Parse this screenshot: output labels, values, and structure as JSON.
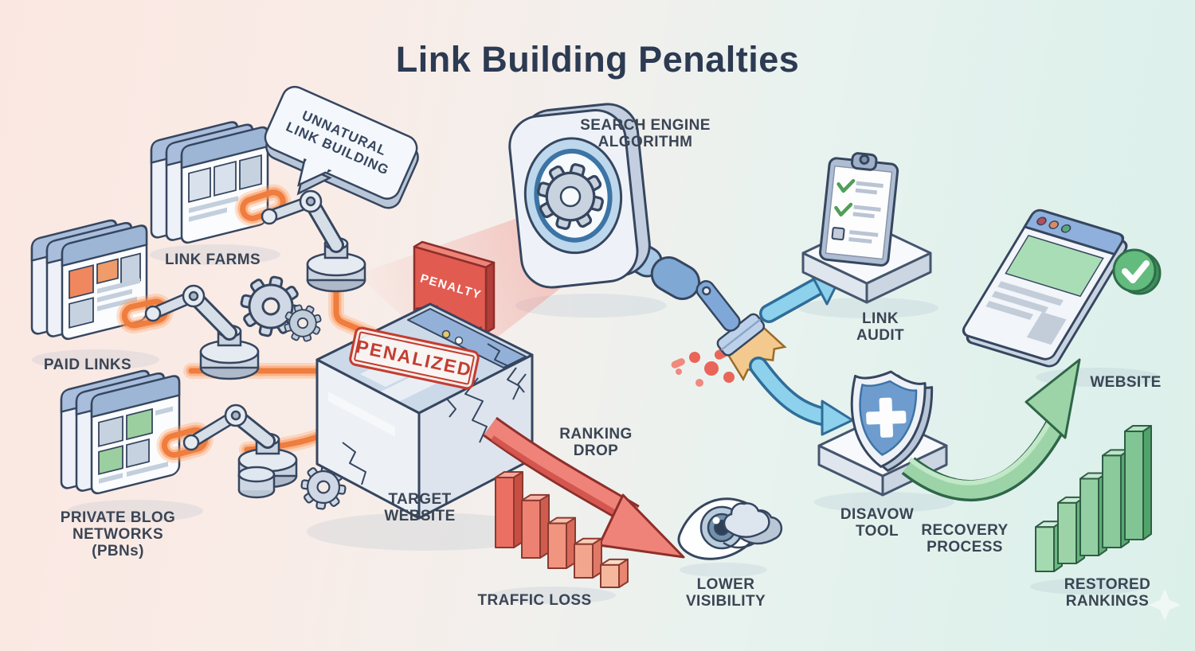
{
  "title": "Link Building Penalties",
  "palette": {
    "title_text": "#2c3a52",
    "label_text": "#3b4554",
    "penalty_red": "#e25b51",
    "stamp_red": "#c43c30",
    "glow_orange": "#ee7d3e",
    "arrow_blue": "#8ed1ec",
    "recovery_green": "#9cd4a8",
    "bg_left_pink": "#fbe7e1",
    "bg_right_mint": "#dcf0ea",
    "outline_navy": "#36465f"
  },
  "labels": {
    "link_farms": "LINK FARMS",
    "paid_links": "PAID LINKS",
    "pbns": [
      "PRIVATE BLOG",
      "NETWORKS",
      "(PBNs)"
    ],
    "speech_bubble": [
      "UNNATURAL",
      "LINK BUILDING"
    ],
    "search_engine": [
      "SEARCH ENGINE",
      "ALGORITHM"
    ],
    "penalty_sign": "PENALTY",
    "penalized_stamp": "PENALIZED",
    "target_website": [
      "TARGET",
      "WEBSITE"
    ],
    "ranking_drop": [
      "RANKING",
      "DROP"
    ],
    "traffic_loss": "TRAFFIC LOSS",
    "lower_visibility": [
      "LOWER",
      "VISIBILITY"
    ],
    "link_audit": [
      "LINK",
      "AUDIT"
    ],
    "disavow_tool": [
      "DISAVOW",
      "TOOL"
    ],
    "recovery_process": [
      "RECOVERY",
      "PROCESS"
    ],
    "website": "WEBSITE",
    "restored_rankings": [
      "RESTORED",
      "RANKINGS"
    ]
  },
  "icons": {
    "magnifier": "lens+gear shape",
    "gear": "cog shape",
    "robot_arm": "jointed arm shape",
    "chain_link": "glowing ring",
    "browser_stack": "stacked pages",
    "cracked_box": "penalized cube",
    "down_arrow": "red decline arrow",
    "bar_chart_down": "descending bars",
    "eye_cloud": "eye behind cloud",
    "broom_brush": "sweeping brush",
    "clipboard_check": "audit checklist",
    "shield_plus": "disavow shield",
    "curved_up_arrow": "green recovery arrow",
    "browser_check": "approved website window",
    "bar_chart_up": "ascending bars",
    "sparkle": "faint star"
  },
  "chart_data": [
    {
      "type": "bar",
      "title": "TRAFFIC LOSS",
      "values_relative": [
        100,
        82,
        64,
        48,
        32
      ],
      "trend": "decreasing",
      "color": "#ee8272"
    },
    {
      "type": "bar",
      "title": "RESTORED RANKINGS",
      "values_relative": [
        41,
        56,
        71,
        85,
        100
      ],
      "trend": "increasing",
      "color": "#8ecd9e"
    }
  ]
}
